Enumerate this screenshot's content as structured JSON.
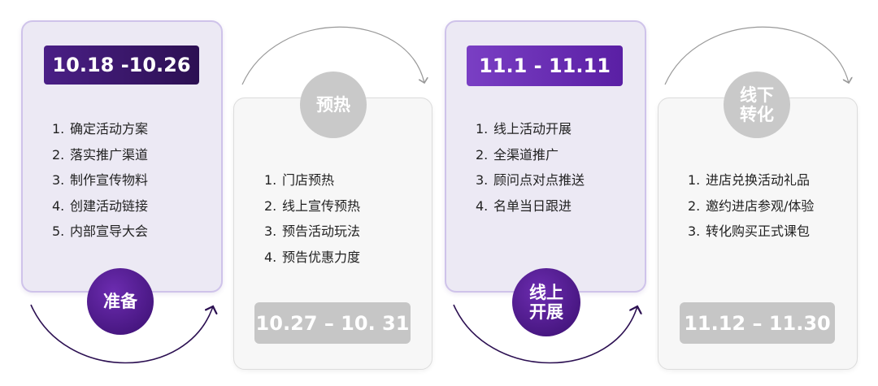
{
  "stages": [
    {
      "circle_lines": [
        "准备"
      ],
      "date_range": "10.18 -10.26",
      "items": [
        "确定活动方案",
        "落实推广渠道",
        "制作宣传物料",
        "创建活动链接",
        "内部宣导大会"
      ]
    },
    {
      "circle_lines": [
        "预热"
      ],
      "date_range": "10.27 – 10. 31",
      "items": [
        "门店预热",
        "线上宣传预热",
        "预告活动玩法",
        "预告优惠力度"
      ]
    },
    {
      "circle_lines": [
        "线上",
        "开展"
      ],
      "date_range": "11.1 - 11.11",
      "items": [
        "线上活动开展",
        "全渠道推广",
        "顾问点对点推送",
        "名单当日跟进"
      ]
    },
    {
      "circle_lines": [
        "线下",
        "转化"
      ],
      "date_range": "11.12 – 11.30",
      "items": [
        "进店兑换活动礼品",
        "邀约进店参观/体验",
        "转化购买正式课包"
      ]
    }
  ],
  "colors": {
    "accent_dark": "#3a0f70",
    "accent": "#6c2cb0",
    "purple_card": "#ece9f4",
    "gray_card": "#f7f7f7",
    "gray_badge": "#c6c6c6"
  }
}
